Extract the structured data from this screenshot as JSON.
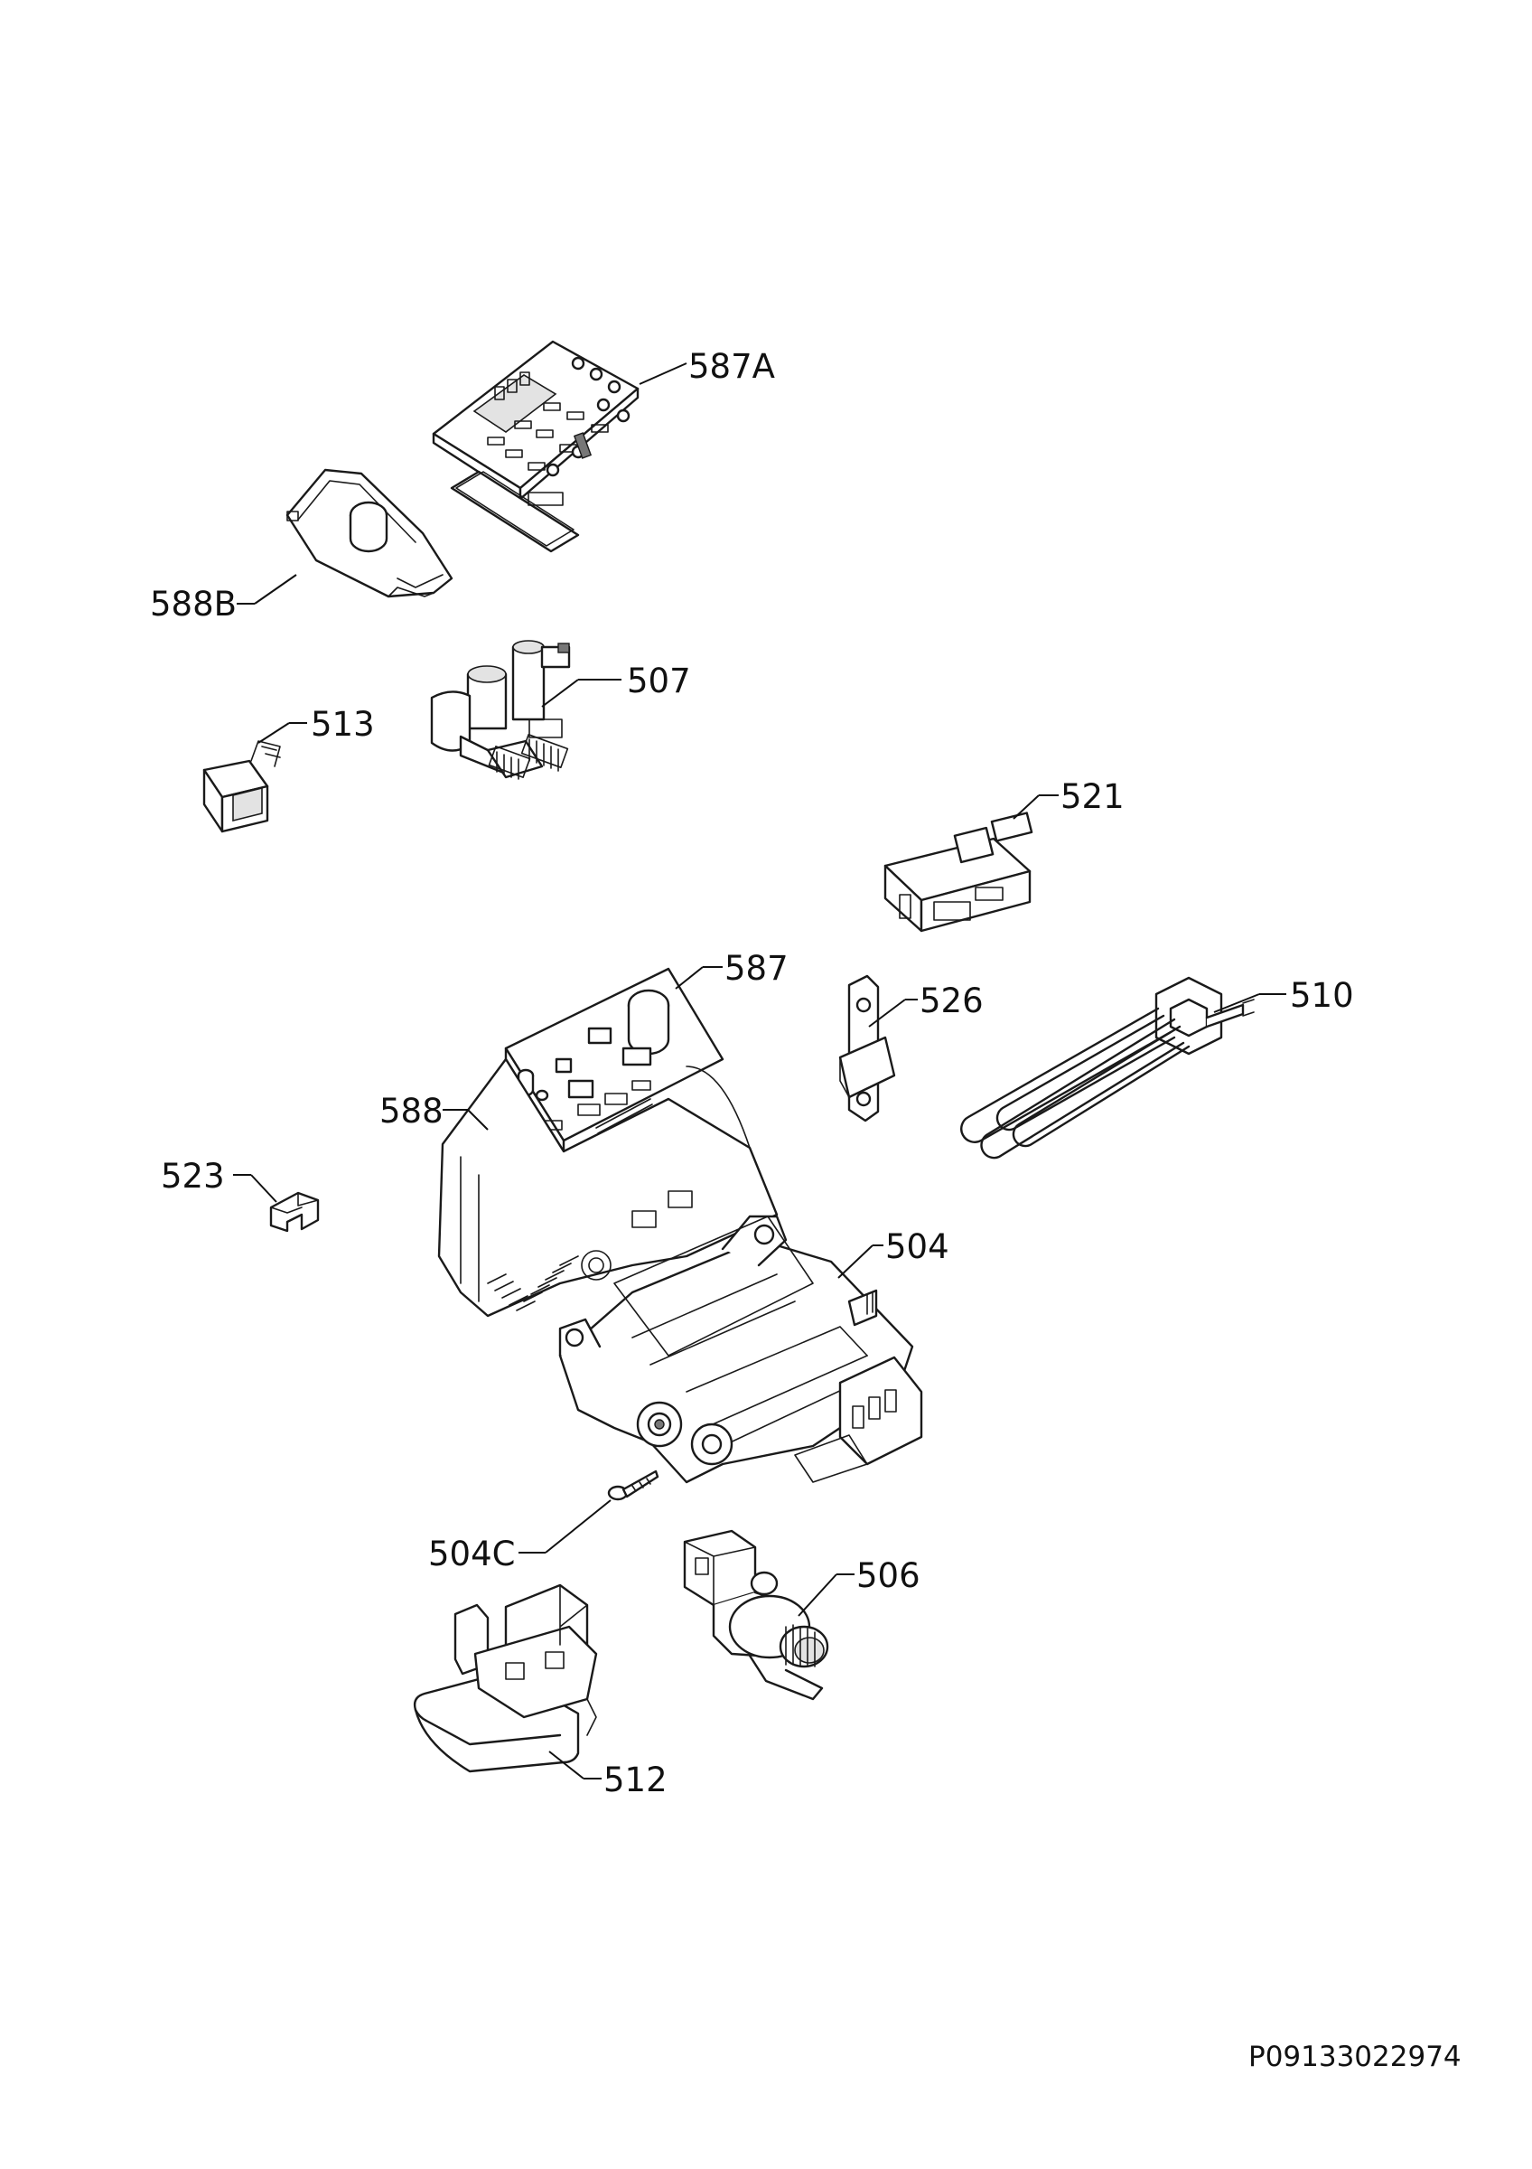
{
  "document_code": "P09133022974",
  "parts": [
    {
      "id": "587A",
      "label": "587A"
    },
    {
      "id": "588B",
      "label": "588B"
    },
    {
      "id": "507",
      "label": "507"
    },
    {
      "id": "513",
      "label": "513"
    },
    {
      "id": "521",
      "label": "521"
    },
    {
      "id": "587",
      "label": "587"
    },
    {
      "id": "526",
      "label": "526"
    },
    {
      "id": "510",
      "label": "510"
    },
    {
      "id": "588",
      "label": "588"
    },
    {
      "id": "523",
      "label": "523"
    },
    {
      "id": "504",
      "label": "504"
    },
    {
      "id": "504C",
      "label": "504C"
    },
    {
      "id": "506",
      "label": "506"
    },
    {
      "id": "512",
      "label": "512"
    }
  ]
}
